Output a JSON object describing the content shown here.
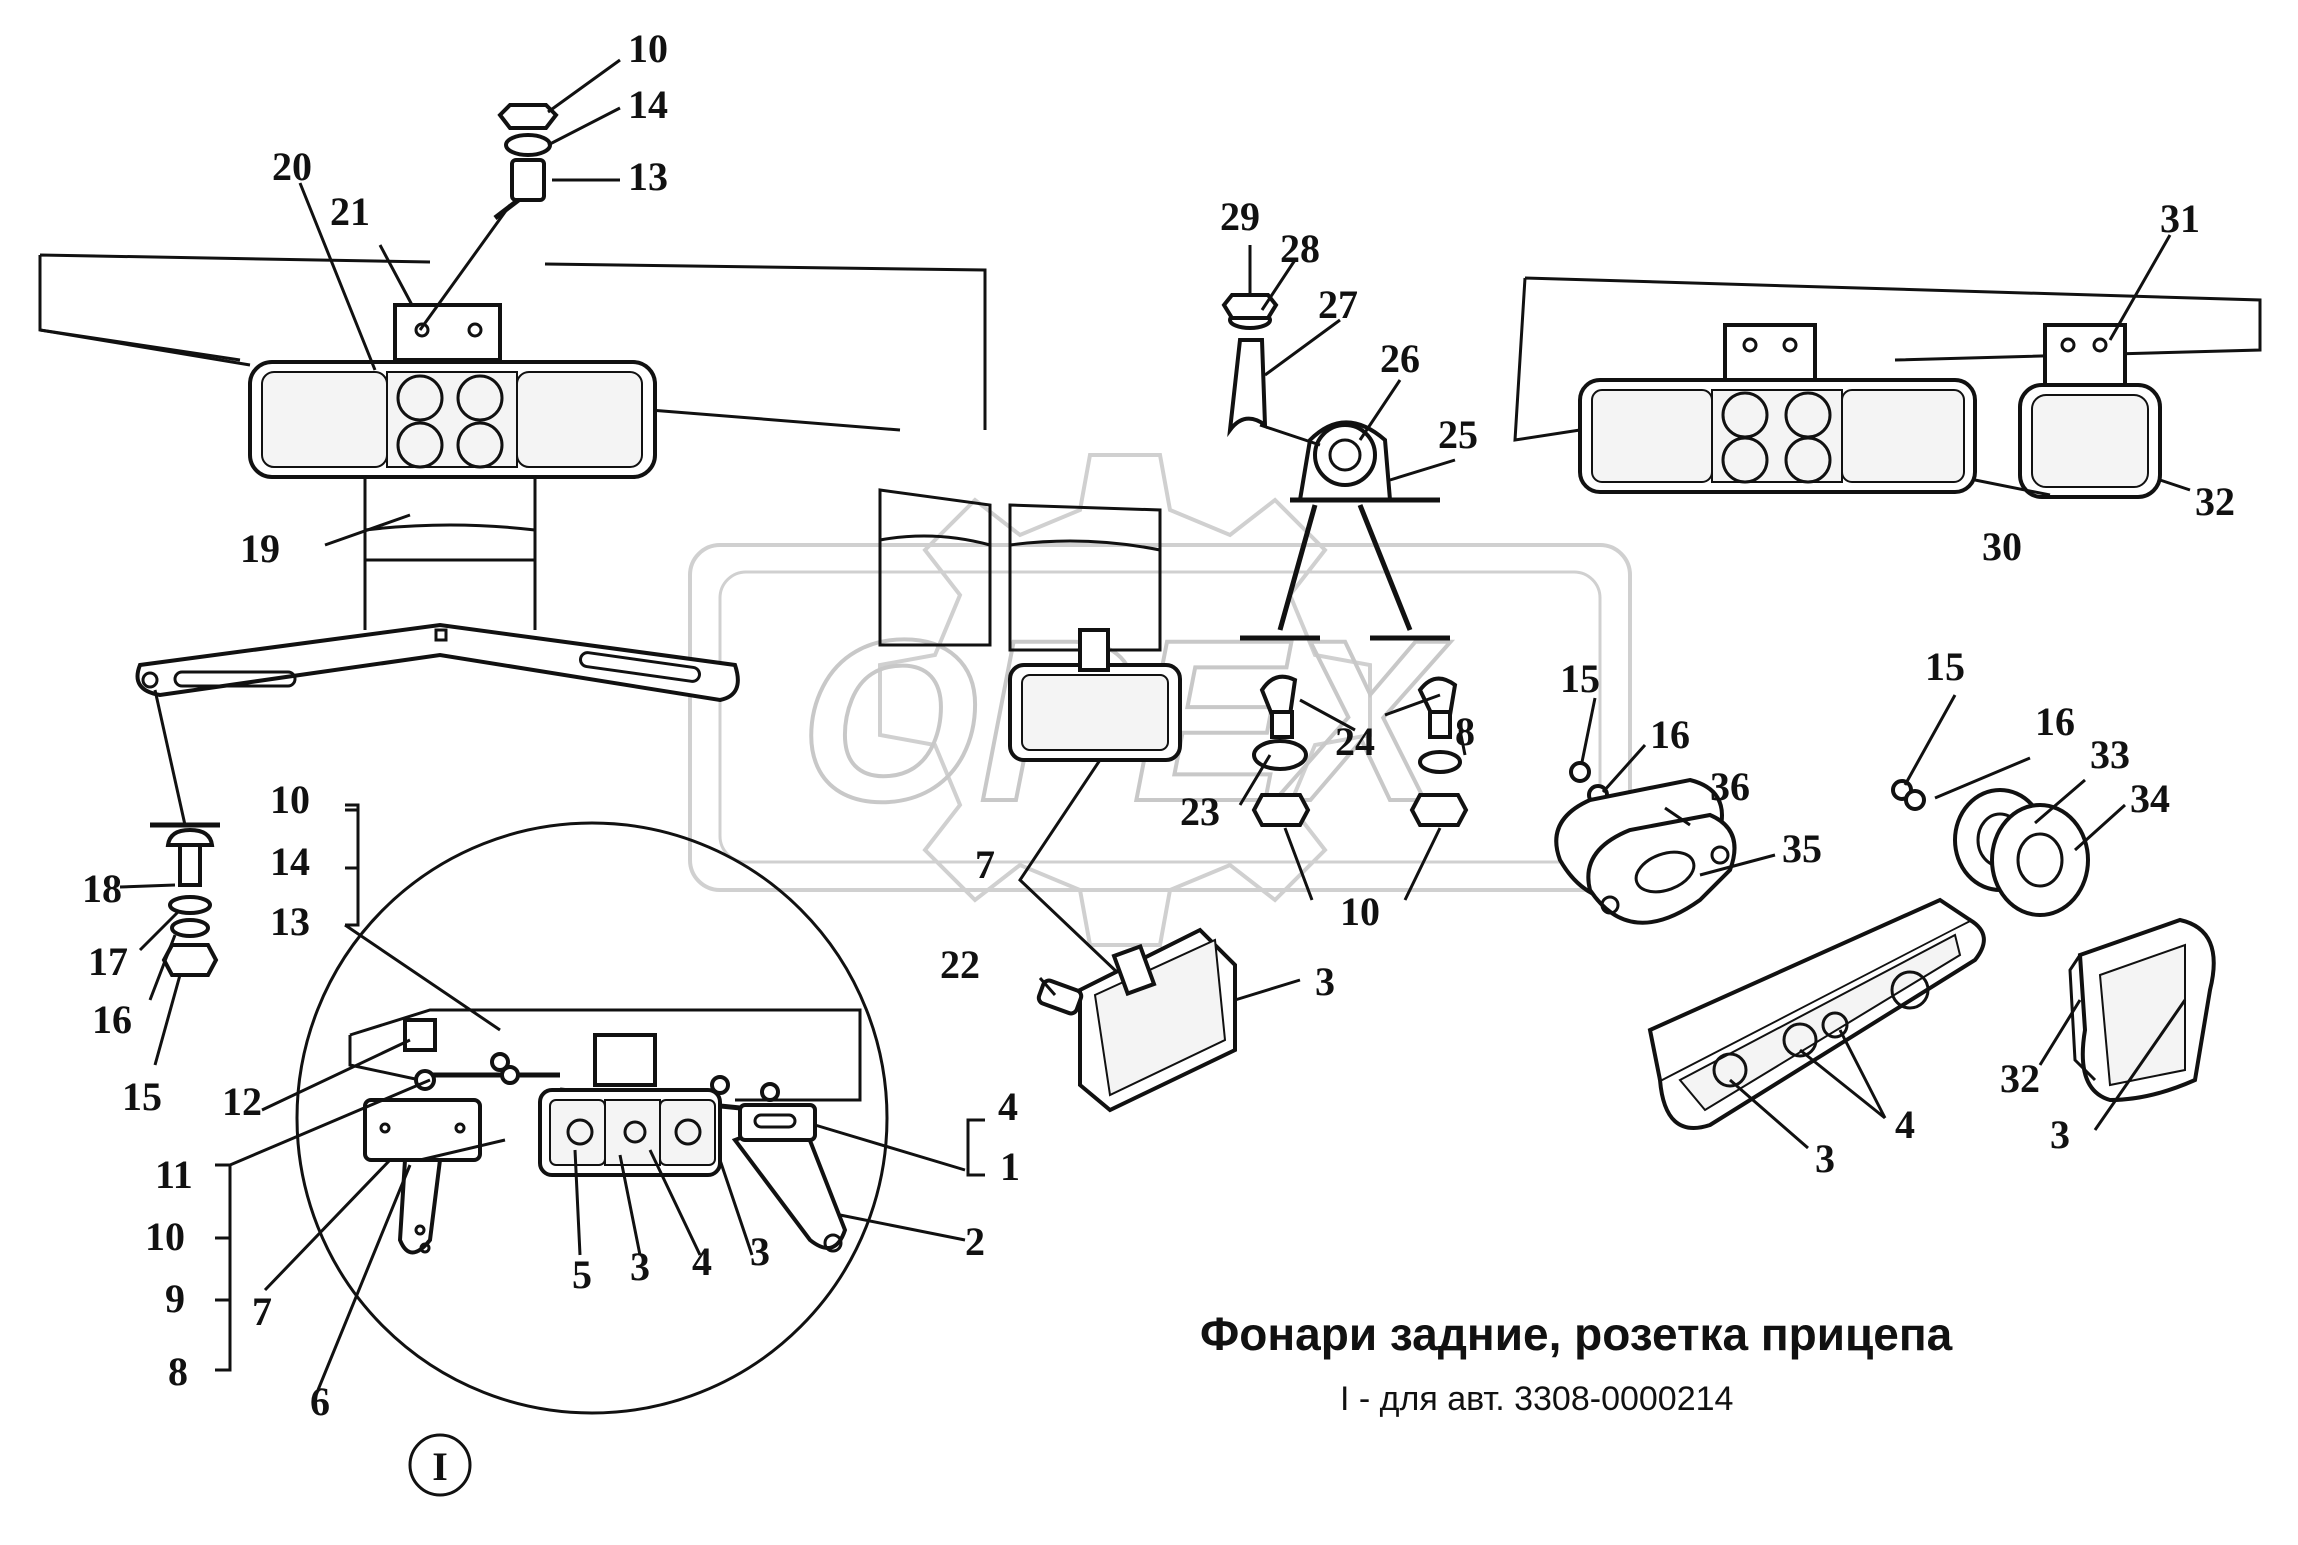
{
  "title": "Фонари задние, розетка прицепа",
  "subtitle": "I - для авт. 3308-0000214",
  "view_marker": "I",
  "watermark": "OPEX",
  "callouts": {
    "c10a": "10",
    "c14a": "14",
    "c13a": "13",
    "c20": "20",
    "c21": "21",
    "c19": "19",
    "c18": "18",
    "c17": "17",
    "c16a": "16",
    "c15a": "15",
    "c29": "29",
    "c28": "28",
    "c27": "27",
    "c26": "26",
    "c25": "25",
    "c31": "31",
    "c32a": "32",
    "c30": "30",
    "c24": "24",
    "c8a": "8",
    "c23": "23",
    "c10b": "10",
    "c15b": "15",
    "c16b": "16",
    "c36": "36",
    "c35": "35",
    "c15c": "15",
    "c16c": "16",
    "c33": "33",
    "c34": "34",
    "c7a": "7",
    "c22": "22",
    "c3a": "3",
    "c3b": "3",
    "c4a": "4",
    "c32b": "32",
    "c3c": "3",
    "c10c": "10",
    "c14b": "14",
    "c13b": "13",
    "c12": "12",
    "c11": "11",
    "c10d": "10",
    "c9": "9",
    "c8b": "8",
    "c7b": "7",
    "c6": "6",
    "c5": "5",
    "c3d": "3",
    "c4b": "4",
    "c3e": "3",
    "c2": "2",
    "c4c": "4",
    "c1": "1"
  }
}
